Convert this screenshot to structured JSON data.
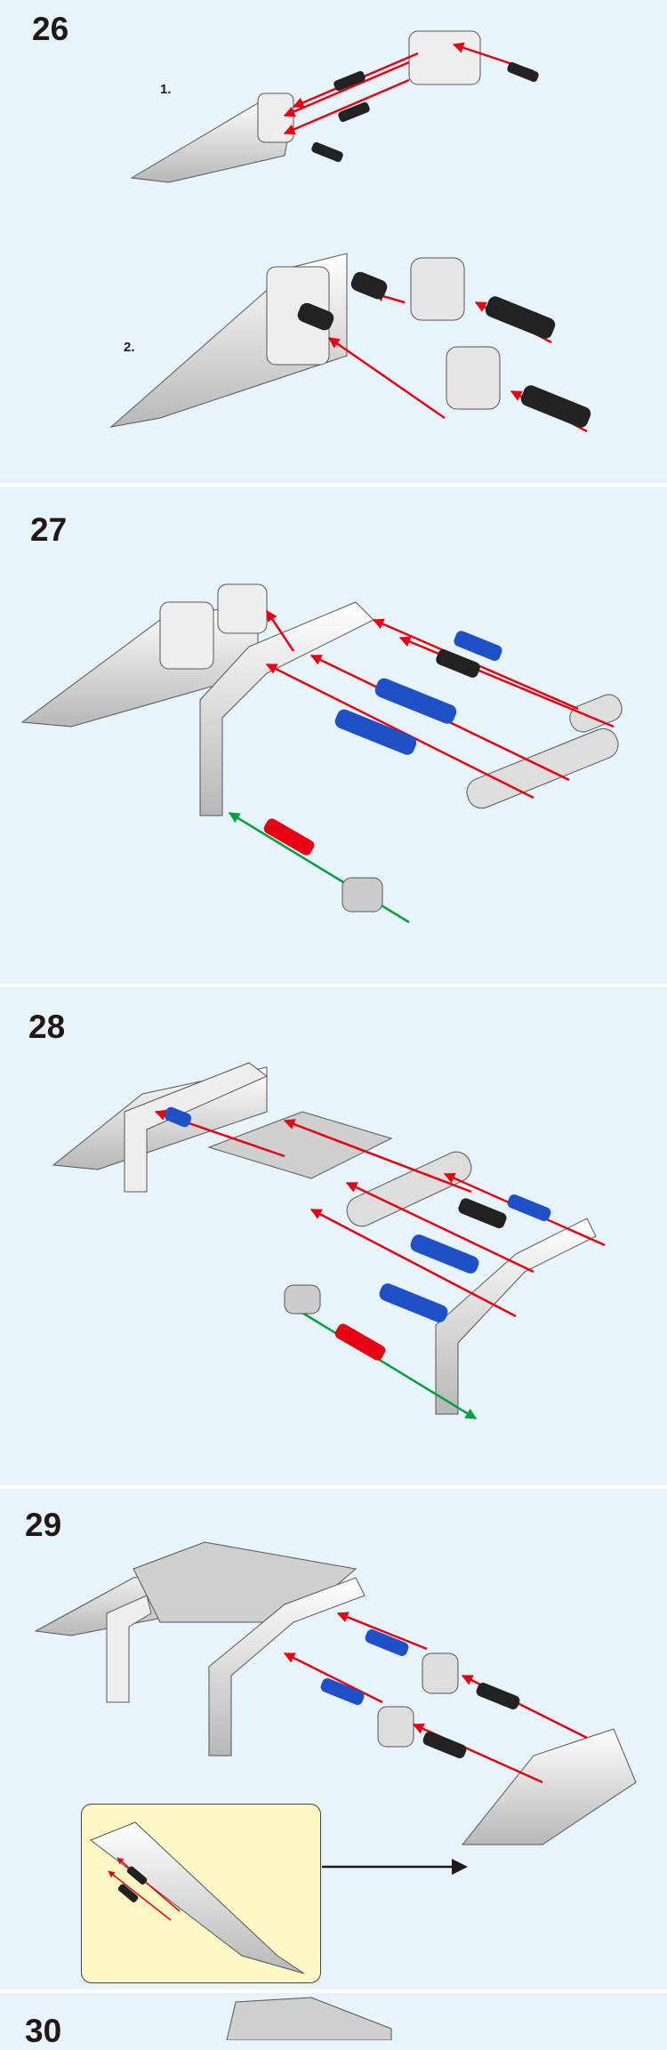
{
  "steps": [
    {
      "number": "26",
      "substeps": [
        "1.",
        "2."
      ]
    },
    {
      "number": "27"
    },
    {
      "number": "28"
    },
    {
      "number": "29"
    },
    {
      "number": "30"
    }
  ],
  "colors": {
    "background": "#e8f4fb",
    "arrow_red": "#e60012",
    "arrow_green": "#00a040",
    "pin_blue": "#1e50c8",
    "pin_black": "#222222",
    "callout": "#fff8c4"
  }
}
